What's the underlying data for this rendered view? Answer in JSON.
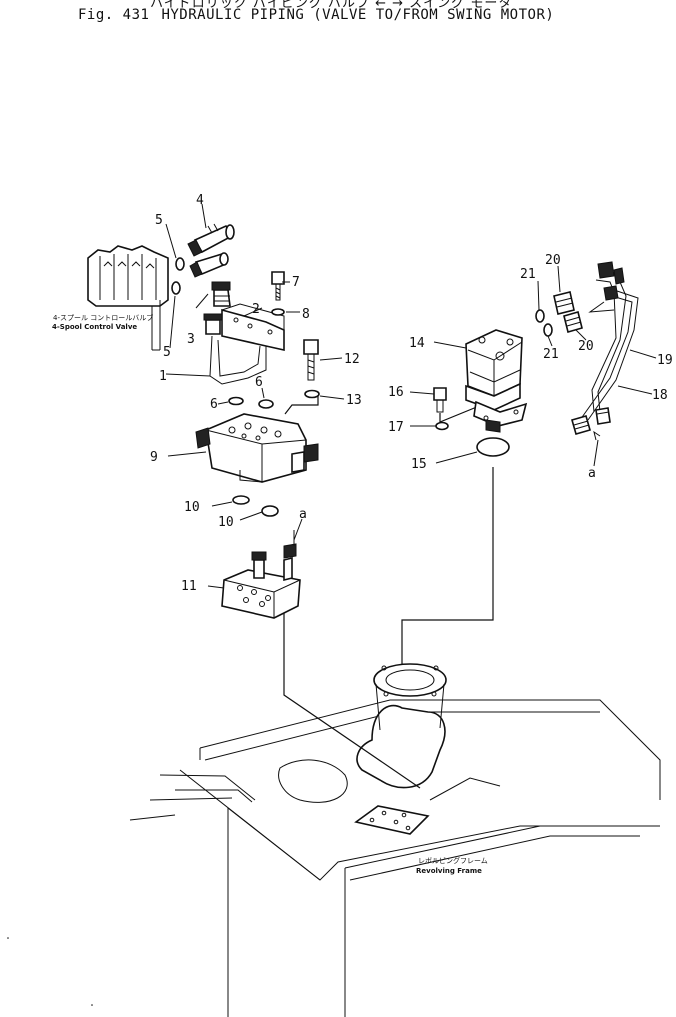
{
  "header": {
    "title_jp": "ハイドロリック パイピング バルブ ← → スイング モータ",
    "fig_number": "Fig. 431",
    "title": "HYDRAULIC PIPING (VALVE TO/FROM SWING MOTOR)"
  },
  "callouts": {
    "n1": "1",
    "n2": "2",
    "n3": "3",
    "n4": "4",
    "n5a": "5",
    "n5b": "5",
    "n6a": "6",
    "n6b": "6",
    "n7": "7",
    "n8": "8",
    "n9": "9",
    "n10a": "10",
    "n10b": "10",
    "n11": "11",
    "n12": "12",
    "n13": "13",
    "n14": "14",
    "n15": "15",
    "n16": "16",
    "n17": "17",
    "n18": "18",
    "n19": "19",
    "n20a": "20",
    "n20b": "20",
    "n21a": "21",
    "n21b": "21",
    "a_top": "a",
    "a_right": "a"
  },
  "captions": {
    "valve_jp": "4-スプール コントロールバルブ",
    "valve_en": "4-Spool Control Valve",
    "frame_jp": "レボルビングフレーム",
    "frame_en": "Revolving Frame"
  }
}
